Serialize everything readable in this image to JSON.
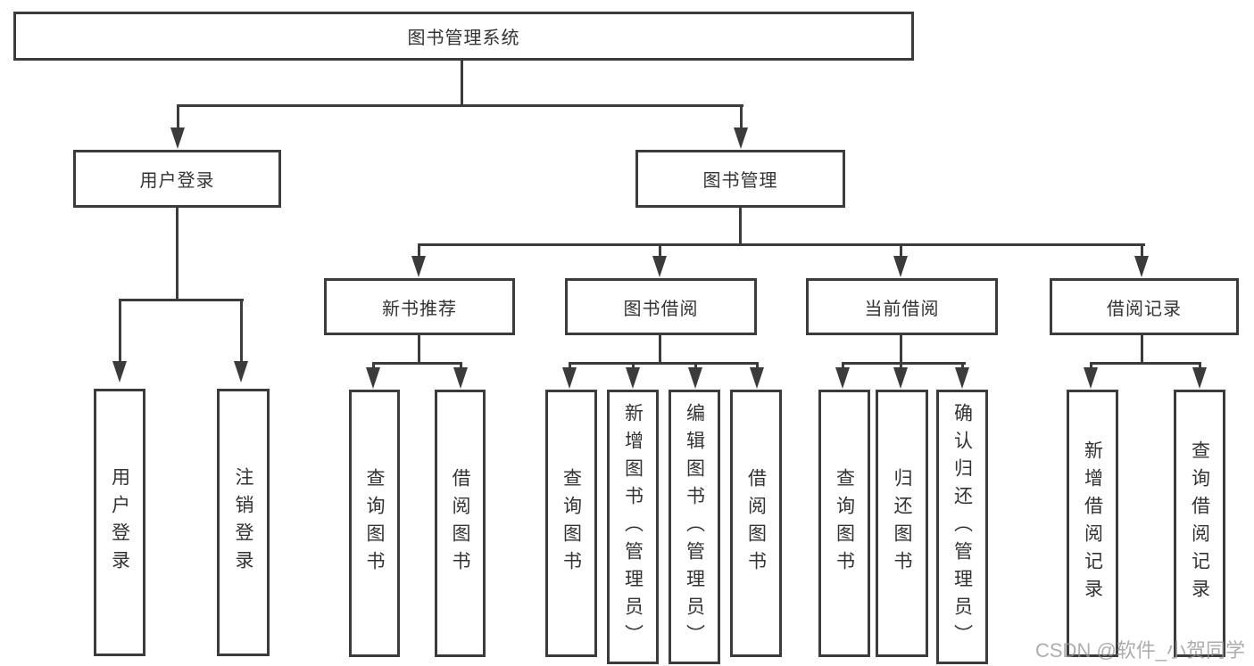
{
  "diagram": {
    "type": "hierarchy-tree",
    "title": "图书管理系统",
    "line_color": "#3b3b3b",
    "text_color": "#333333",
    "background": "#ffffff",
    "tree": {
      "root": "图书管理系统",
      "branches": [
        {
          "label": "用户登录",
          "leaves": [
            "用户登录",
            "注销登录"
          ]
        },
        {
          "label": "图书管理",
          "groups": [
            {
              "label": "新书推荐",
              "leaves": [
                "查询图书",
                "借阅图书"
              ]
            },
            {
              "label": "图书借阅",
              "leaves": [
                "查询图书",
                "新增图书（管理员）",
                "编辑图书（管理员）",
                "借阅图书"
              ]
            },
            {
              "label": "当前借阅",
              "leaves": [
                "查询图书",
                "归还图书",
                "确认归还（管理员）"
              ]
            },
            {
              "label": "借阅记录",
              "leaves": [
                "新增借阅记录",
                "查询借阅记录"
              ]
            }
          ]
        }
      ]
    }
  },
  "watermark": {
    "text": "CSDN @软件_小贺同学",
    "color": "#969696"
  }
}
